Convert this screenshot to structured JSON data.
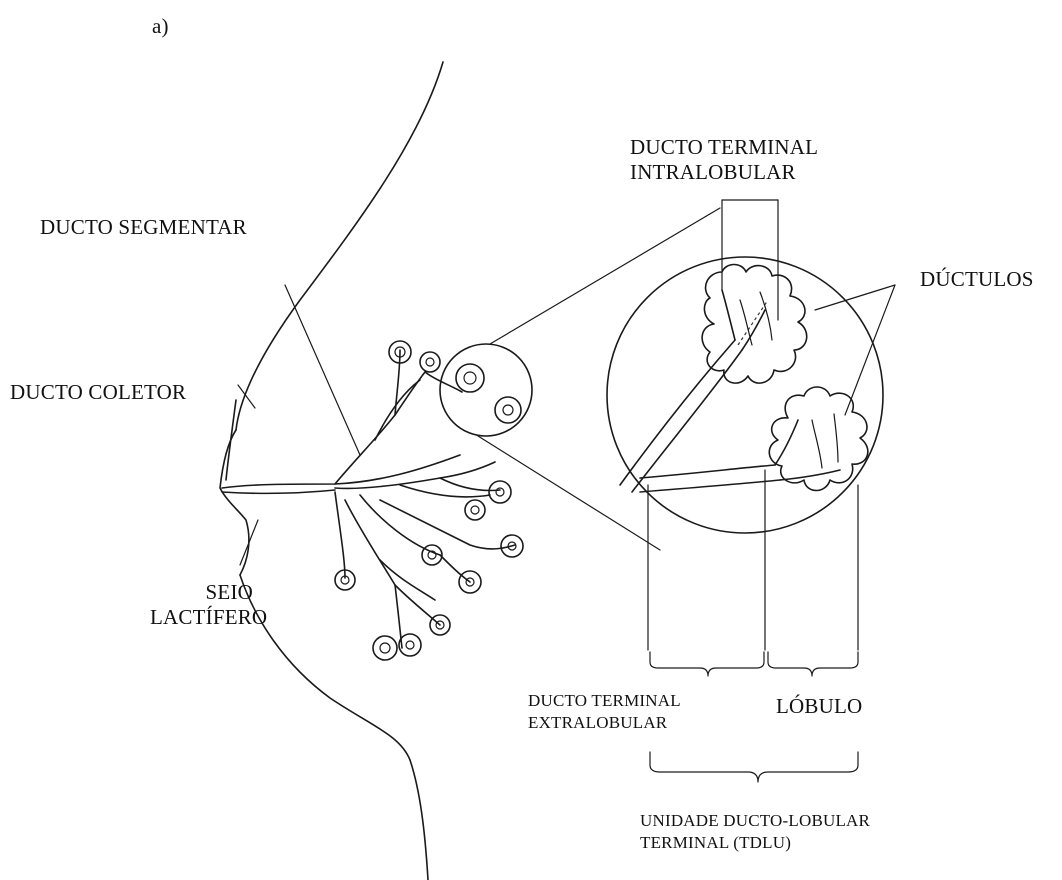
{
  "panel_label": "a)",
  "labels": {
    "ducto_segmentar": "DUCTO SEGMENTAR",
    "ducto_coletor": "DUCTO COLETOR",
    "seio_lactifero": [
      "SEIO",
      "LACTÍFERO"
    ],
    "ducto_terminal_intralobular": [
      "DUCTO TERMINAL",
      "INTRALOBULAR"
    ],
    "ductulos": "DÚCTULOS",
    "ducto_terminal_extralobular": [
      "DUCTO TERMINAL",
      "EXTRALOBULAR"
    ],
    "lobulo": "LÓBULO",
    "tdlu": [
      "UNIDADE DUCTO-LOBULAR",
      "TERMINAL (TDLU)"
    ]
  }
}
